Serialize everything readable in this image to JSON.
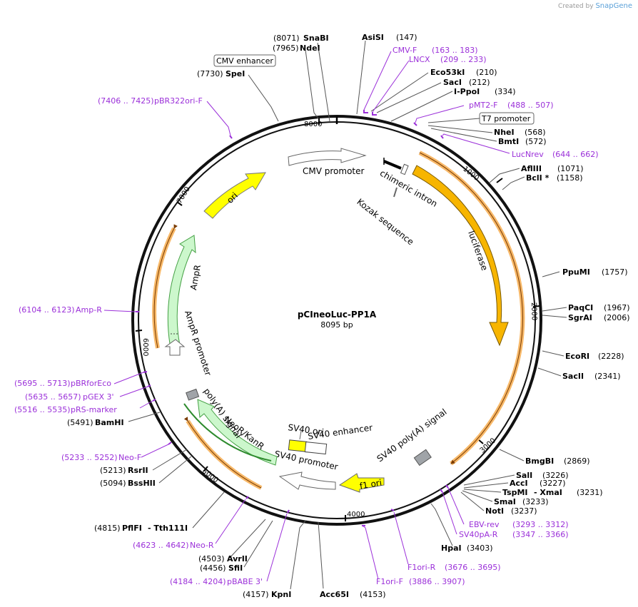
{
  "credit": {
    "created_by": "Created by",
    "brand": "SnapGene"
  },
  "plasmid": {
    "name": "pCIneoLuc-PP1A",
    "size": "8095 bp"
  },
  "ticks": [
    "1000",
    "2000",
    "3000",
    "4000",
    "5000",
    "6000",
    "7000",
    "8000"
  ],
  "sites": [
    {
      "name": "SnaBI",
      "pos": "(8071)"
    },
    {
      "name": "NdeI",
      "pos": "(7965)"
    },
    {
      "name": "SpeI",
      "pos": "(7730)"
    },
    {
      "name": "AsiSI",
      "pos": "(147)"
    },
    {
      "name": "Eco53kI",
      "pos": "(210)"
    },
    {
      "name": "SacI",
      "pos": "(212)"
    },
    {
      "name": "I-PpoI",
      "pos": "(334)"
    },
    {
      "name": "NheI",
      "pos": "(568)"
    },
    {
      "name": "BmtI",
      "pos": "(572)"
    },
    {
      "name": "AflIII",
      "pos": "(1071)"
    },
    {
      "name": "BclI *",
      "pos": "(1158)"
    },
    {
      "name": "PpuMI",
      "pos": "(1757)"
    },
    {
      "name": "PaqCI",
      "pos": "(1967)"
    },
    {
      "name": "SgrAI",
      "pos": "(2006)"
    },
    {
      "name": "EcoRI",
      "pos": "(2228)"
    },
    {
      "name": "SacII",
      "pos": "(2341)"
    },
    {
      "name": "BmgBI",
      "pos": "(2869)"
    },
    {
      "name": "SalI",
      "pos": "(3226)"
    },
    {
      "name": "AccI",
      "pos": "(3227)"
    },
    {
      "name": "TspMI",
      "pos": ""
    },
    {
      "name": "- XmaI",
      "pos": "(3231)"
    },
    {
      "name": "SmaI",
      "pos": "(3233)"
    },
    {
      "name": "NotI",
      "pos": "(3237)"
    },
    {
      "name": "HpaI",
      "pos": "(3403)"
    },
    {
      "name": "Acc65I",
      "pos": "(4153)"
    },
    {
      "name": "KpnI",
      "pos": "(4157)"
    },
    {
      "name": "SfiI",
      "pos": "(4456)"
    },
    {
      "name": "AvrII",
      "pos": "(4503)"
    },
    {
      "name": "PflFI",
      "pos": "(4815)"
    },
    {
      "name": "- Tth111I",
      "pos": ""
    },
    {
      "name": "BssHII",
      "pos": "(5094)"
    },
    {
      "name": "RsrII",
      "pos": "(5213)"
    },
    {
      "name": "BamHI",
      "pos": "(5491)"
    }
  ],
  "primers": [
    {
      "name": "CMV-F",
      "range": "(163 .. 183)"
    },
    {
      "name": "LNCX",
      "range": "(209 .. 233)"
    },
    {
      "name": "pMT2-F",
      "range": "(488 .. 507)"
    },
    {
      "name": "LucNrev",
      "range": "(644 .. 662)"
    },
    {
      "name": "pBR322ori-F",
      "range": "(7406 .. 7425)"
    },
    {
      "name": "Amp-R",
      "range": "(6104 .. 6123)"
    },
    {
      "name": "pBRforEco",
      "range": "(5695 .. 5713)"
    },
    {
      "name": "pGEX 3'",
      "range": "(5635 .. 5657)"
    },
    {
      "name": "pRS-marker",
      "range": "(5516 .. 5535)"
    },
    {
      "name": "Neo-F",
      "range": "(5233 .. 5252)"
    },
    {
      "name": "Neo-R",
      "range": "(4623 .. 4642)"
    },
    {
      "name": "pBABE 3'",
      "range": "(4184 .. 4204)"
    },
    {
      "name": "F1ori-F",
      "range": "(3886 .. 3907)"
    },
    {
      "name": "F1ori-R",
      "range": "(3676 .. 3695)"
    },
    {
      "name": "SV40pA-R",
      "range": "(3347 .. 3366)"
    },
    {
      "name": "EBV-rev",
      "range": "(3293 .. 3312)"
    }
  ],
  "boxed_labels": [
    "CMV enhancer",
    "T7 promoter"
  ],
  "features": {
    "cmv_promoter": "CMV promoter",
    "chimeric_intron": "chimeric intron",
    "kozak": "Kozak sequence",
    "luciferase": "luciferase",
    "sv40_polya": "SV40 poly(A) signal",
    "f1_ori": "f1 ori",
    "sv40_ori": "SV40 ori",
    "sv40_enhancer": "SV40 enhancer",
    "sv40_promoter": "SV40 promoter",
    "neor": "NeoR/KanR",
    "polya": "poly(A) signal",
    "ampr_promoter": "AmpR promoter",
    "ampr": "AmpR",
    "ori": "ori"
  },
  "colors": {
    "backbone": "#111111",
    "luciferase": "#f7b500",
    "f1_ori": "#ffff00",
    "ori": "#ffff00",
    "ampr": "#ccf7cc",
    "neor": "#ccf7cc",
    "promoter": "#ffffff",
    "primer": "#9b30d9",
    "orf": "#f7b868",
    "misc": "#a0a4a8"
  }
}
